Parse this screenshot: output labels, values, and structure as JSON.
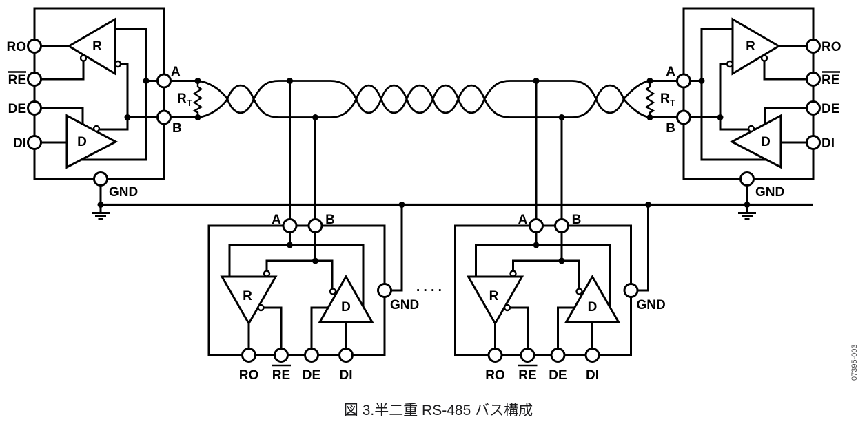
{
  "caption": "図 3.半二重 RS-485 バス構成",
  "document_code": "07395-003",
  "labels": {
    "ro": "RO",
    "re": "RE",
    "de": "DE",
    "di": "DI",
    "gnd": "GND",
    "line_a": "A",
    "line_b": "B",
    "receiver": "R",
    "driver": "D",
    "termination_resistor": "R",
    "termination_resistor_sub": "T",
    "continuation_dots": ". . . ."
  },
  "colors": {
    "ink": "#000000",
    "background": "#ffffff",
    "caption_ink": "#1c1c1e",
    "code_ink": "#4c4c4e"
  }
}
